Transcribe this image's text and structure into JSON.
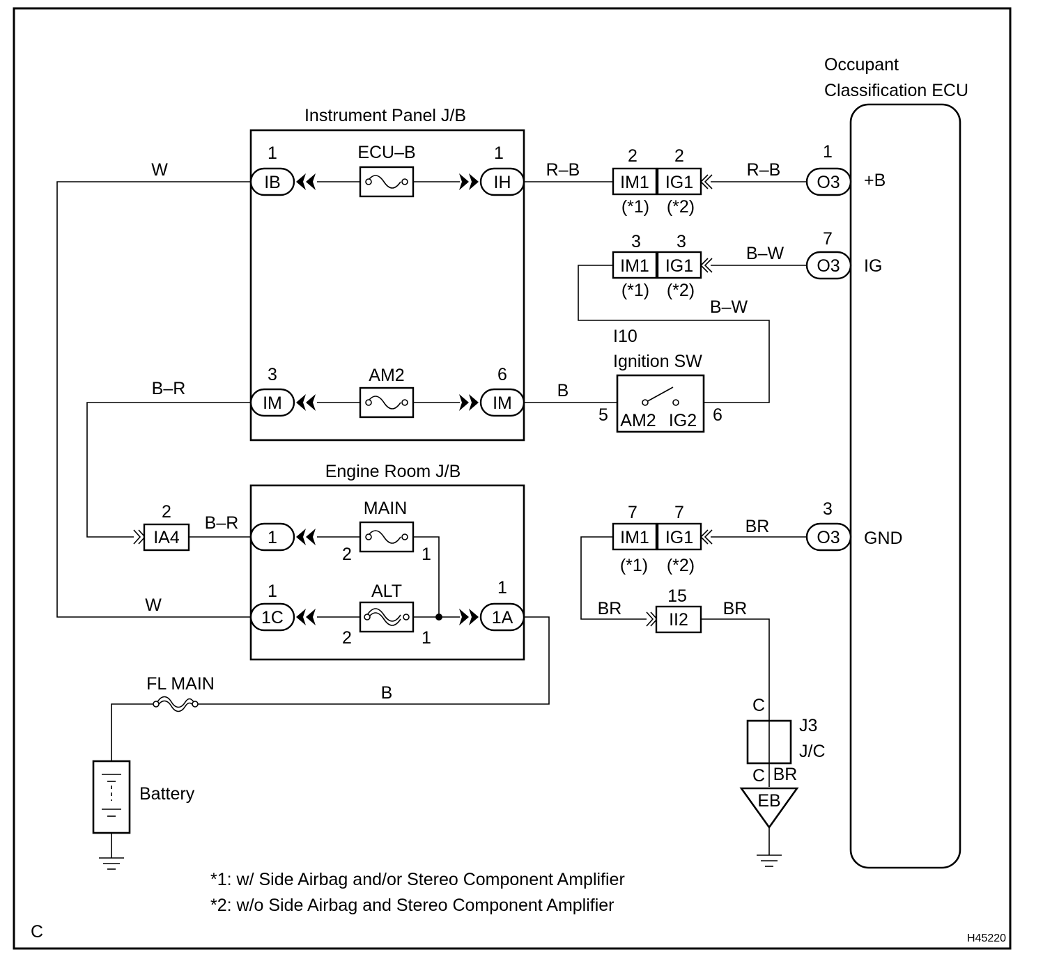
{
  "components": {
    "instrument_panel_jb": {
      "title": "Instrument Panel J/B"
    },
    "engine_room_jb": {
      "title": "Engine Room J/B"
    },
    "ecu": {
      "title_line1": "Occupant",
      "title_line2": "Classification ECU",
      "terminals": {
        "plus_b": "+B",
        "ig": "IG",
        "gnd": "GND"
      }
    },
    "ignition_sw": {
      "code": "I10",
      "title": "Ignition SW",
      "pin_am2": "5",
      "pin_ig2": "6",
      "label_am2": "AM2",
      "label_ig2": "IG2"
    },
    "battery": {
      "label": "Battery"
    },
    "junction_connector": {
      "code": "J3",
      "type": "J/C",
      "pin_top": "C",
      "pin_bottom": "C",
      "wire": "BR"
    },
    "ground_point": {
      "label": "EB"
    }
  },
  "fuses": {
    "ecu_b": "ECU–B",
    "am2": "AM2",
    "main": "MAIN",
    "alt": "ALT",
    "fl_main": "FL MAIN",
    "main_pin_left": "2",
    "main_pin_right": "1",
    "alt_pin_left": "2",
    "alt_pin_right": "1"
  },
  "connectors": {
    "ib": {
      "label": "IB",
      "pin": "1"
    },
    "ih": {
      "label": "IH",
      "pin": "1"
    },
    "im_left": {
      "label": "IM",
      "pin": "3"
    },
    "im_right": {
      "label": "IM",
      "pin": "6"
    },
    "er_1": {
      "label": "1",
      "pin": ""
    },
    "er_1c": {
      "label": "1C",
      "pin": "1"
    },
    "er_1a": {
      "label": "1A",
      "pin": "1"
    },
    "ia4": {
      "label": "IA4",
      "pin": "2"
    },
    "ii2": {
      "label": "II2",
      "pin": "15"
    },
    "o3_b": {
      "label": "O3",
      "pin": "1"
    },
    "o3_ig": {
      "label": "O3",
      "pin": "7"
    },
    "o3_gnd": {
      "label": "O3",
      "pin": "3"
    },
    "split_b": {
      "left": "IM1",
      "right": "IG1",
      "pin_left": "2",
      "pin_right": "2",
      "note_left": "(*1)",
      "note_right": "(*2)"
    },
    "split_ig": {
      "left": "IM1",
      "right": "IG1",
      "pin_left": "3",
      "pin_right": "3",
      "note_left": "(*1)",
      "note_right": "(*2)"
    },
    "split_gnd": {
      "left": "IM1",
      "right": "IG1",
      "pin_left": "7",
      "pin_right": "7",
      "note_left": "(*1)",
      "note_right": "(*2)"
    }
  },
  "wires": {
    "w_top": "W",
    "w_bottom": "W",
    "br_left": "B–R",
    "br_ia4": "B–R",
    "rb_left": "R–B",
    "rb_right": "R–B",
    "bw_top": "B–W",
    "bw_side": "B–W",
    "b_im": "B",
    "b_battery": "B",
    "br_gnd": "BR",
    "br_ii2_left": "BR",
    "br_ii2_right": "BR"
  },
  "notes": {
    "note1": "*1: w/ Side Airbag and/or Stereo Component Amplifier",
    "note2": "*2: w/o Side Airbag and Stereo Component Amplifier"
  },
  "corner_code": "C",
  "figure_id": "H45220"
}
